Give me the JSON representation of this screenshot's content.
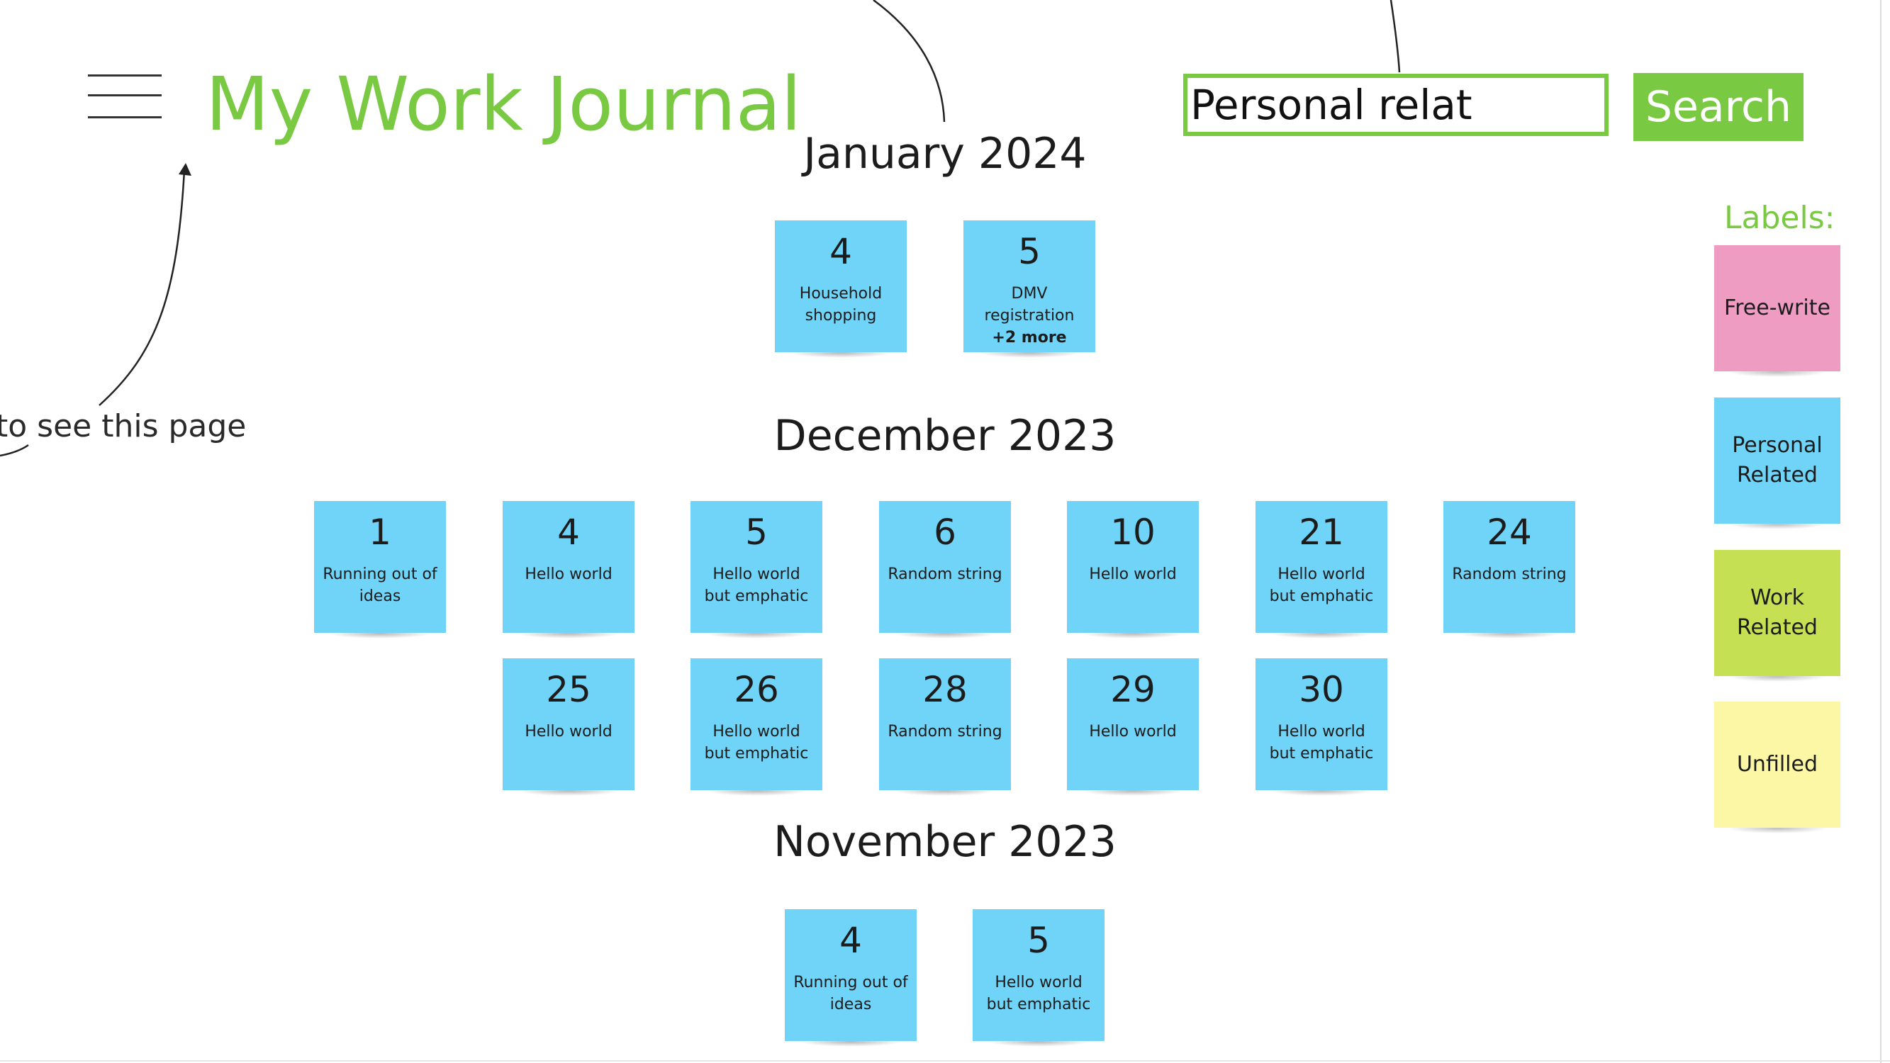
{
  "header": {
    "title": "My Work Journal",
    "annotation": "to see this page"
  },
  "search": {
    "value": "Personal relat",
    "button_label": "Search"
  },
  "colors": {
    "accent": "#7ac943",
    "personal": "#70d3f8",
    "freewrite": "#ee9cc2",
    "work": "#c5e053",
    "unfilled": "#fbf7a4"
  },
  "months": [
    {
      "heading": "January 2024",
      "entries": [
        {
          "day": "4",
          "text": "Household shopping",
          "more": ""
        },
        {
          "day": "5",
          "text": "DMV registration",
          "more": "+2 more"
        }
      ]
    },
    {
      "heading": "December 2023",
      "entries": [
        {
          "day": "1",
          "text": "Running out of ideas",
          "more": ""
        },
        {
          "day": "4",
          "text": "Hello world",
          "more": ""
        },
        {
          "day": "5",
          "text": "Hello world but emphatic",
          "more": ""
        },
        {
          "day": "6",
          "text": "Random string",
          "more": ""
        },
        {
          "day": "10",
          "text": "Hello world",
          "more": ""
        },
        {
          "day": "21",
          "text": "Hello world but emphatic",
          "more": ""
        },
        {
          "day": "24",
          "text": "Random string",
          "more": ""
        },
        {
          "day": "25",
          "text": "Hello world",
          "more": ""
        },
        {
          "day": "26",
          "text": "Hello world but emphatic",
          "more": ""
        },
        {
          "day": "28",
          "text": "Random string",
          "more": ""
        },
        {
          "day": "29",
          "text": "Hello world",
          "more": ""
        },
        {
          "day": "30",
          "text": "Hello world but emphatic",
          "more": ""
        }
      ]
    },
    {
      "heading": "November 2023",
      "entries": [
        {
          "day": "4",
          "text": "Running out of ideas",
          "more": ""
        },
        {
          "day": "5",
          "text": "Hello world but emphatic",
          "more": ""
        }
      ]
    }
  ],
  "labels": {
    "title": "Labels:",
    "items": [
      {
        "text": "Free-write",
        "color": "#ee9cc2"
      },
      {
        "text": "Personal Related",
        "color": "#70d3f8"
      },
      {
        "text": "Work Related",
        "color": "#c5e053"
      },
      {
        "text": "Unfilled",
        "color": "#fbf7a4"
      }
    ]
  }
}
